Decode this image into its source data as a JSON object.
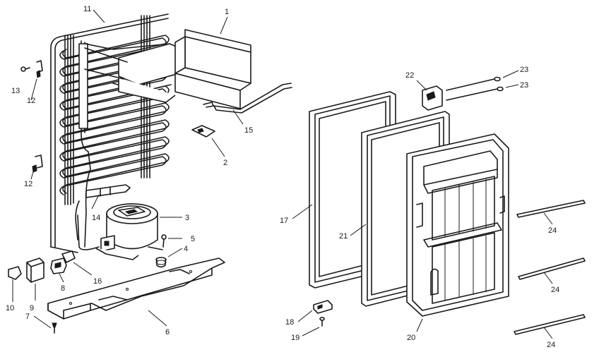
{
  "callouts": {
    "c1": "1",
    "c2": "2",
    "c3": "3",
    "c4": "4",
    "c5": "5",
    "c6": "6",
    "c7": "7",
    "c8": "8",
    "c9": "9",
    "c10": "10",
    "c11": "11",
    "c12a": "12",
    "c12b": "12",
    "c13": "13",
    "c14": "14",
    "c15": "15",
    "c16": "16",
    "c17": "17",
    "c18": "18",
    "c19": "19",
    "c20": "20",
    "c21": "21",
    "c22": "22",
    "c23a": "23",
    "c23b": "23",
    "c24a": "24",
    "c24b": "24",
    "c24c": "24"
  }
}
